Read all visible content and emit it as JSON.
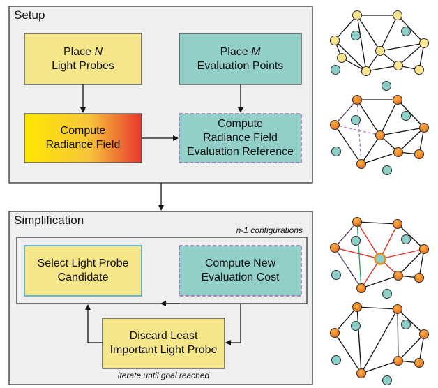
{
  "sections": {
    "setup": {
      "title": "Setup"
    },
    "simplification": {
      "title": "Simplification",
      "loop_note": "n-1 configurations",
      "iterate_note": "iterate until goal reached"
    }
  },
  "boxes": {
    "place_probes": {
      "line1_prefix": "Place ",
      "line1_var": "N",
      "line2": "Light Probes"
    },
    "place_eval": {
      "line1_prefix": "Place ",
      "line1_var": "M",
      "line2": "Evaluation Points"
    },
    "compute_radiance": {
      "line1": "Compute",
      "line2": "Radiance Field"
    },
    "compute_reference": {
      "line1": "Compute",
      "line2": "Radiance Field",
      "line3": "Evaluation Reference"
    },
    "select_candidate": {
      "line1": "Select Light Probe",
      "line2": "Candidate"
    },
    "compute_cost": {
      "line1": "Compute New",
      "line2": "Evaluation Cost"
    },
    "discard": {
      "line1": "Discard Least",
      "line2": "Important Light Probe"
    }
  },
  "colors": {
    "section_fill": "#efefef",
    "yellow_box": "#f5e68a",
    "teal_box": "#93cfc9",
    "gradient_start": "#ffe700",
    "gradient_end": "#e8372e",
    "probe_yellow": "#f9e48f",
    "probe_orange": "#f08a1c",
    "eval_teal": "#8ccfc8",
    "dashed_purple": "#9b6bb5",
    "edge_red": "#e0302a",
    "edge_green": "#2e9e5a",
    "edge_purple": "#a070b8"
  }
}
